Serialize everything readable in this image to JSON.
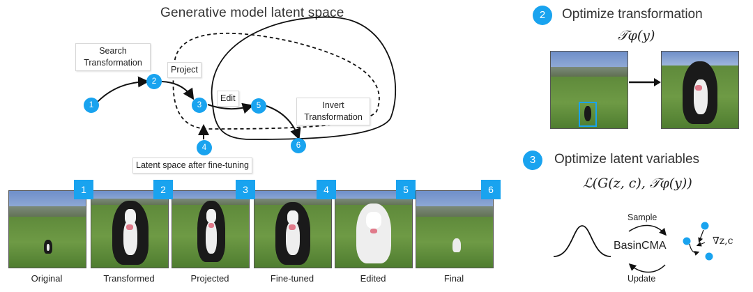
{
  "titles": {
    "main": "Generative model latent space",
    "step2": "Optimize transformation",
    "step2_formula": "𝒯φ(y)",
    "step3": "Optimize latent variables",
    "step3_formula": "ℒ(G(z, c), 𝒯φ(y))"
  },
  "diagram": {
    "nodes": [
      "1",
      "2",
      "3",
      "4",
      "5",
      "6"
    ],
    "labels": {
      "search_line1": "Search",
      "search_line2": "Transformation",
      "project": "Project",
      "edit": "Edit",
      "invert_line1": "Invert",
      "invert_line2": "Transformation",
      "latent_after": "Latent space after fine-tuning"
    }
  },
  "step_numbers": {
    "two": "2",
    "three": "3"
  },
  "filmstrip": [
    {
      "num": "1",
      "caption": "Original"
    },
    {
      "num": "2",
      "caption": "Transformed"
    },
    {
      "num": "3",
      "caption": "Projected"
    },
    {
      "num": "4",
      "caption": "Fine-tuned"
    },
    {
      "num": "5",
      "caption": "Edited"
    },
    {
      "num": "6",
      "caption": "Final"
    }
  ],
  "basin": {
    "sample": "Sample",
    "name": "BasinCMA",
    "update": "Update",
    "grad": "∇z,c"
  },
  "colors": {
    "accent": "#19a3ef",
    "grass": "#5f8a3b",
    "sky": "#8aa7d6"
  }
}
